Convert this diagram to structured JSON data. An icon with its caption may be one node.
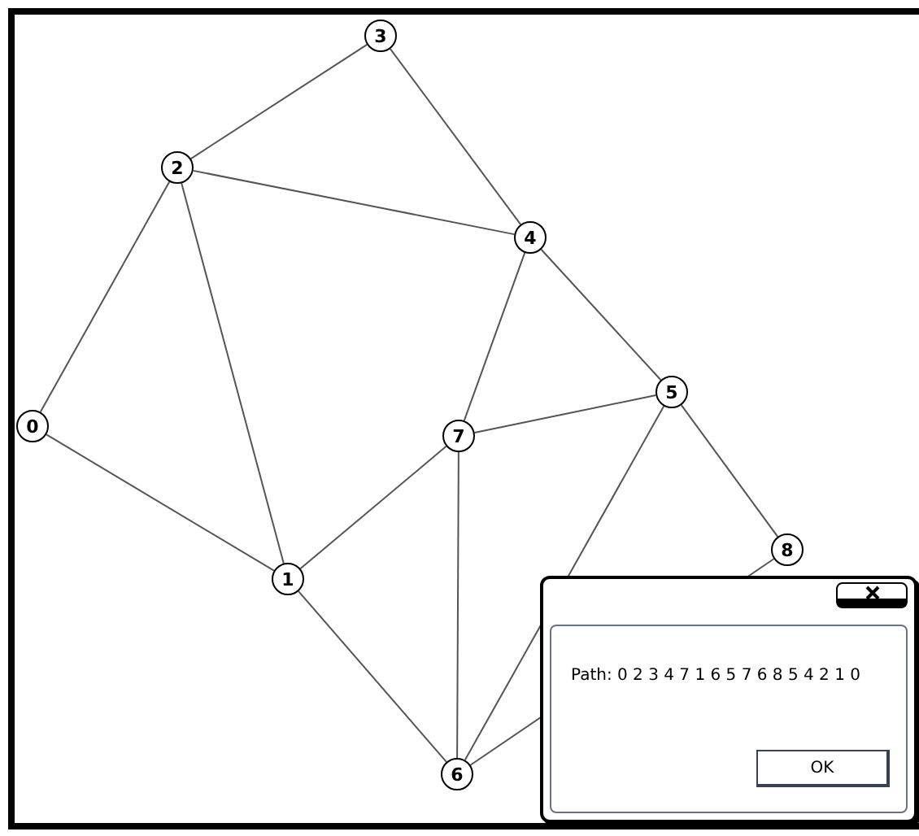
{
  "diagram": {
    "nodes": [
      {
        "text": [
          "0"
        ]
      },
      {
        "text": [
          "1"
        ]
      },
      {
        "text": [
          "2"
        ]
      },
      {
        "text": [
          "3"
        ]
      },
      {
        "text": [
          "4"
        ]
      },
      {
        "text": [
          "5"
        ]
      },
      {
        "text": [
          "6"
        ]
      },
      {
        "text": [
          "7"
        ]
      },
      {
        "text": [
          "8"
        ]
      }
    ],
    "edges": [
      {
        "from": 0,
        "to": 2,
        "arrow": "none"
      },
      {
        "from": 0,
        "to": 1,
        "arrow": "none"
      },
      {
        "from": 1,
        "to": 2,
        "arrow": "none"
      },
      {
        "from": 2,
        "to": 3,
        "arrow": "none"
      },
      {
        "from": 2,
        "to": 4,
        "arrow": "none"
      },
      {
        "from": 3,
        "to": 4,
        "arrow": "none"
      },
      {
        "from": 4,
        "to": 7,
        "arrow": "none"
      },
      {
        "from": 4,
        "to": 5,
        "arrow": "none"
      },
      {
        "from": 5,
        "to": 7,
        "arrow": "none"
      },
      {
        "from": 7,
        "to": 1,
        "arrow": "none"
      },
      {
        "from": 7,
        "to": 6,
        "arrow": "none"
      },
      {
        "from": 1,
        "to": 6,
        "arrow": "none"
      },
      {
        "from": 5,
        "to": 6,
        "arrow": "none"
      },
      {
        "from": 5,
        "to": 8,
        "arrow": "none"
      },
      {
        "from": 8,
        "to": 6,
        "arrow": "none"
      }
    ],
    "labels": [
      "Path: 0 2 3 4 7 1 6 5 7 6 8 5 4 2 1 0",
      "OK"
    ]
  }
}
